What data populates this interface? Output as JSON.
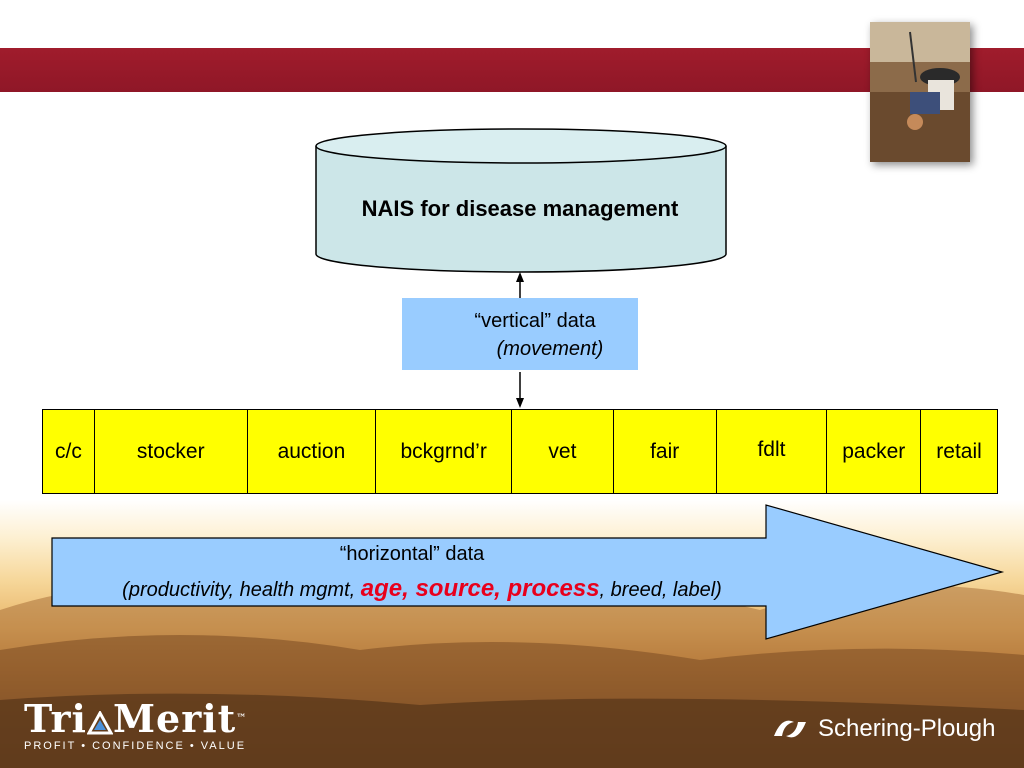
{
  "diagram": {
    "database_label": "NAIS for disease management",
    "vertical_data": {
      "line1": "“vertical” data",
      "line2": "(movement)"
    },
    "stages": [
      "c/c",
      "stocker",
      "auction",
      "bckgrnd’r",
      "vet",
      "fair",
      "fdlt",
      "packer",
      "retail"
    ],
    "horizontal_data": {
      "line1": "“horizontal” data",
      "prefix": "(productivity, health mgmt, ",
      "highlight": "age, source, process",
      "suffix": ", breed, label)"
    }
  },
  "logos": {
    "trimerit_part1": "Tri",
    "trimerit_part2": "Merit",
    "trimerit_tm": "™",
    "trimerit_tagline": "PROFIT • CONFIDENCE • VALUE",
    "schering_plough": "Schering-Plough"
  },
  "colors": {
    "banner": "#a01c2c",
    "cylinder_fill": "#cce6e8",
    "vertical_box": "#99ccff",
    "stage_row": "#ffff00",
    "horizontal_arrow": "#99ccff",
    "highlight_text": "#e8001c"
  },
  "icons": [
    "farmer-photo",
    "trimerit-triangle-icon",
    "schering-plough-swirl-icon"
  ]
}
